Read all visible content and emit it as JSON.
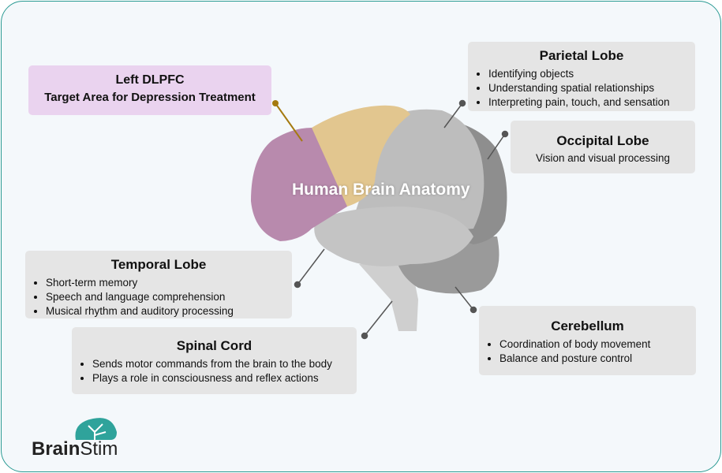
{
  "title": "Human Brain Anatomy",
  "colors": {
    "border": "#2a9a93",
    "dlpfc": "#ead3ef",
    "box": "#e5e5e5",
    "frontal": "#b88aad",
    "yellow": "#e2c68f",
    "dlpfc_line": "#a57a10"
  },
  "dlpfc": {
    "title": "Left DLPFC",
    "subtitle": "Target Area for Depression Treatment"
  },
  "parietal": {
    "title": "Parietal Lobe",
    "items": [
      "Identifying objects",
      "Understanding spatial relationships",
      "Interpreting pain, touch, and sensation"
    ]
  },
  "occipital": {
    "title": "Occipital Lobe",
    "desc": "Vision and visual processing"
  },
  "temporal": {
    "title": "Temporal Lobe",
    "items": [
      "Short-term memory",
      "Speech and language comprehension",
      "Musical rhythm and auditory processing"
    ]
  },
  "spinal": {
    "title": "Spinal Cord",
    "items": [
      "Sends motor commands from the brain to the body",
      "Plays a role in consciousness and reflex actions"
    ]
  },
  "cerebellum": {
    "title": "Cerebellum",
    "items": [
      "Coordination of body movement",
      "Balance and posture control"
    ]
  },
  "logo": {
    "brand": "BrainStim",
    "part1": "Brain",
    "part2": "Stim"
  }
}
